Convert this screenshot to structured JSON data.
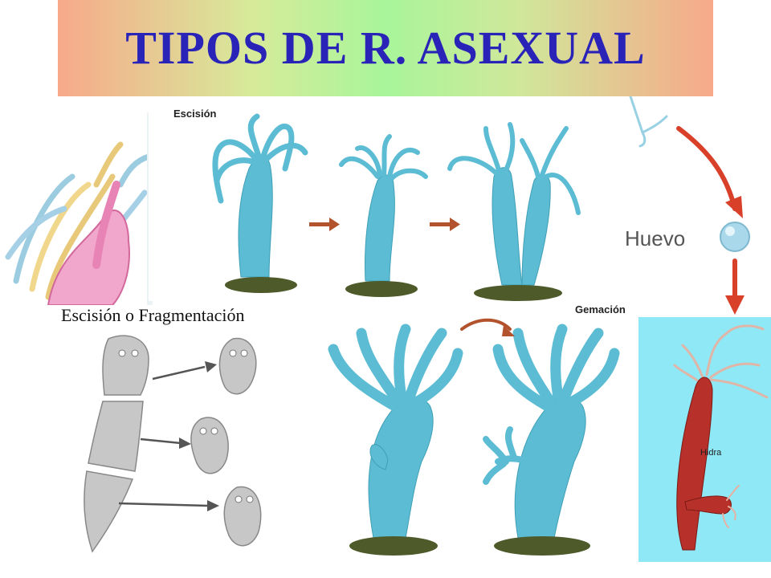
{
  "title": "TIPOS DE R. ASEXUAL",
  "labels": {
    "escision": "Escisión",
    "gemacion": "Gemación",
    "caption": "Escisión o Fragmentación",
    "huevo": "Huevo",
    "hidra": "Hidra"
  },
  "colors": {
    "title": "#2a23b8",
    "hydra_blue": "#5bbcd3",
    "arrow_red": "#c0392b",
    "panel_cyan": "#8fe8f5"
  }
}
